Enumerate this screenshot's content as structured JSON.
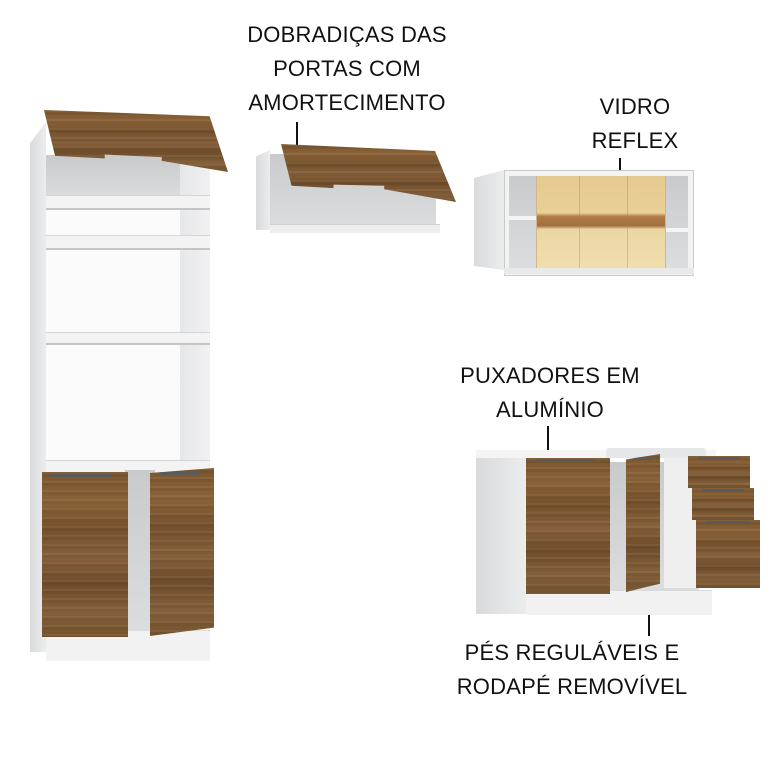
{
  "image": {
    "type": "product-feature-illustration",
    "background": "#ffffff"
  },
  "callouts": [
    {
      "id": "hinges",
      "lines": [
        "DOBRADIÇAS DAS",
        "PORTAS COM",
        "AMORTECIMENTO"
      ]
    },
    {
      "id": "glass",
      "lines": [
        "VIDRO",
        "REFLEX"
      ]
    },
    {
      "id": "handles",
      "lines": [
        "PUXADORES EM",
        "ALUMÍNIO"
      ]
    },
    {
      "id": "feet",
      "lines": [
        "PÉS REGULÁVEIS E",
        "RODAPÉ REMOVÍVEL"
      ]
    }
  ],
  "products": [
    {
      "id": "tall-tower-cabinet",
      "description": "Tall white oven tower with flip-up wood top door, open shelves and two wood lower doors"
    },
    {
      "id": "wall-cabinet-flipup",
      "description": "White wall cabinet with wood flip-up door"
    },
    {
      "id": "wall-cabinet-glass",
      "description": "White wall cabinet with reflex glass sliding doors"
    },
    {
      "id": "base-sink-cabinet",
      "description": "White base cabinet with two wood doors and three wood drawers"
    }
  ],
  "colors": {
    "wood": "#7a5630",
    "carcass_white": "#eceded",
    "carcass_side": "#d9dadc",
    "glass_tint": "#e6c98d",
    "label_text": "#111111"
  }
}
